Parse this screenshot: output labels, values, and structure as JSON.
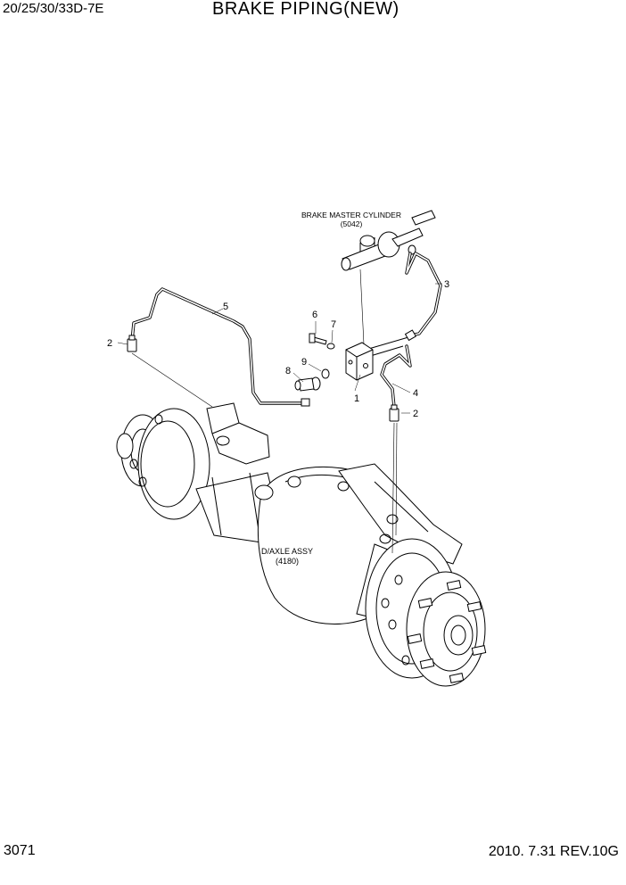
{
  "header": {
    "model": "20/25/30/33D-7E",
    "title": "BRAKE PIPING(NEW)"
  },
  "footer": {
    "page_number": "3071",
    "revision": "2010. 7.31  REV.10G"
  },
  "assemblies": {
    "master_cylinder": {
      "name": "BRAKE MASTER CYLINDER",
      "ref": "(5042)"
    },
    "axle": {
      "name": "D/AXLE ASSY",
      "ref": "(4180)"
    }
  },
  "callouts": {
    "c1": "1",
    "c2_left": "2",
    "c2_right": "2",
    "c3": "3",
    "c4": "4",
    "c5": "5",
    "c6": "6",
    "c7": "7",
    "c8": "8",
    "c9": "9"
  }
}
